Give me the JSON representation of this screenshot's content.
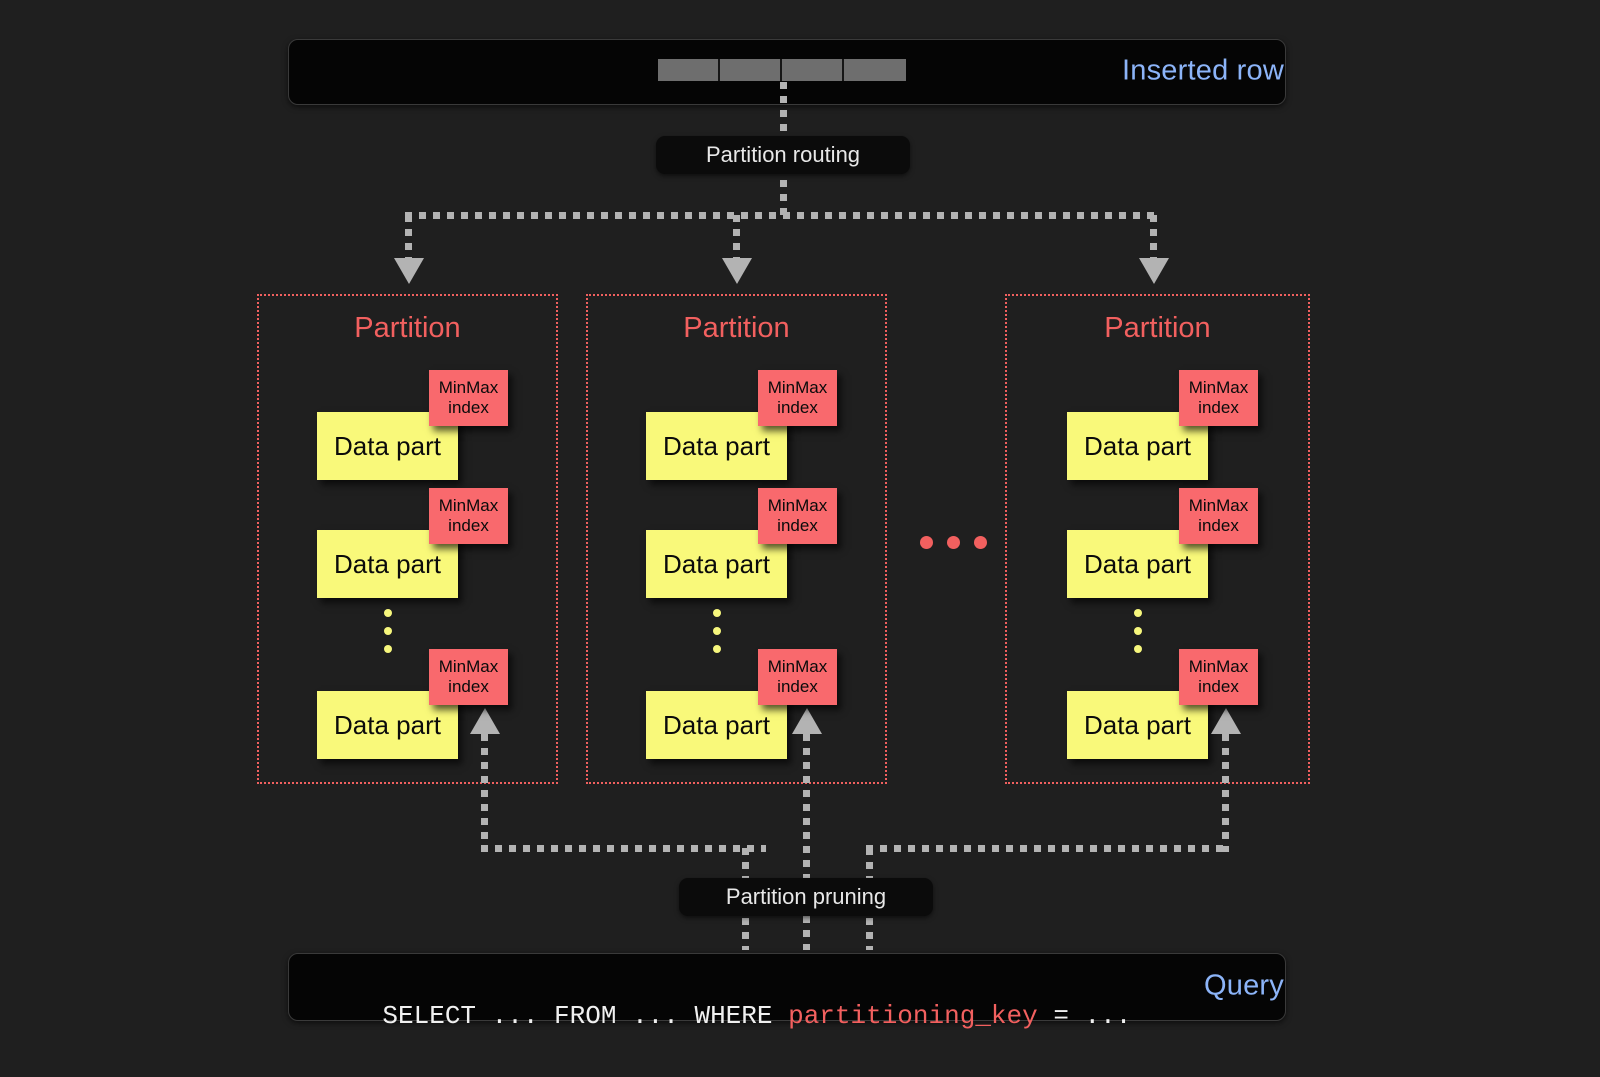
{
  "top_bar": {
    "label": "Inserted row",
    "label_color": "#8cb4f8",
    "cells": [
      "",
      "",
      "",
      ""
    ]
  },
  "routing": {
    "label": "Partition routing"
  },
  "partitions": [
    {
      "title": "Partition",
      "data_parts": [
        {
          "label": "Data part",
          "index_label_line1": "MinMax",
          "index_label_line2": "index"
        },
        {
          "label": "Data part",
          "index_label_line1": "MinMax",
          "index_label_line2": "index"
        },
        {
          "label": "Data part",
          "index_label_line1": "MinMax",
          "index_label_line2": "index"
        }
      ]
    },
    {
      "title": "Partition",
      "data_parts": [
        {
          "label": "Data part",
          "index_label_line1": "MinMax",
          "index_label_line2": "index"
        },
        {
          "label": "Data part",
          "index_label_line1": "MinMax",
          "index_label_line2": "index"
        },
        {
          "label": "Data part",
          "index_label_line1": "MinMax",
          "index_label_line2": "index"
        }
      ]
    },
    {
      "title": "Partition",
      "data_parts": [
        {
          "label": "Data part",
          "index_label_line1": "MinMax",
          "index_label_line2": "index"
        },
        {
          "label": "Data part",
          "index_label_line1": "MinMax",
          "index_label_line2": "index"
        },
        {
          "label": "Data part",
          "index_label_line1": "MinMax",
          "index_label_line2": "index"
        }
      ]
    }
  ],
  "pruning": {
    "label": "Partition pruning"
  },
  "query_bar": {
    "label": "Query",
    "label_color": "#8cb4f8",
    "sql_prefix": "SELECT ... FROM ... WHERE ",
    "sql_key": "partitioning_key",
    "sql_suffix": " = ..."
  },
  "colors": {
    "background": "#1f1f1f",
    "partition_border": "#f0605f",
    "partition_title": "#f2605f",
    "data_part": "#f9f97a",
    "minmax_index": "#f9696d",
    "connector": "#b3b3b3",
    "accent_blue": "#8cb4f8"
  }
}
